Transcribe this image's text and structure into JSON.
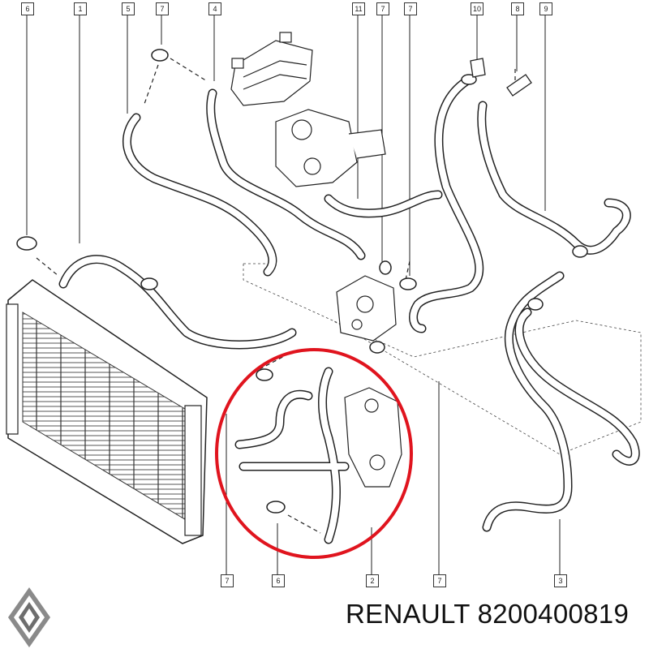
{
  "callouts": {
    "top": [
      "6",
      "1",
      "5",
      "7",
      "4",
      "11",
      "7",
      "7",
      "10",
      "8",
      "9"
    ],
    "bottom": [
      "7",
      "6",
      "2",
      "7",
      "3"
    ]
  },
  "caption": {
    "brand": "RENAULT",
    "part_number": "8200400819"
  },
  "logo": {
    "name": "renault-diamond-logo",
    "color": "#7a7a7a"
  },
  "highlight_color": "#e0141e"
}
